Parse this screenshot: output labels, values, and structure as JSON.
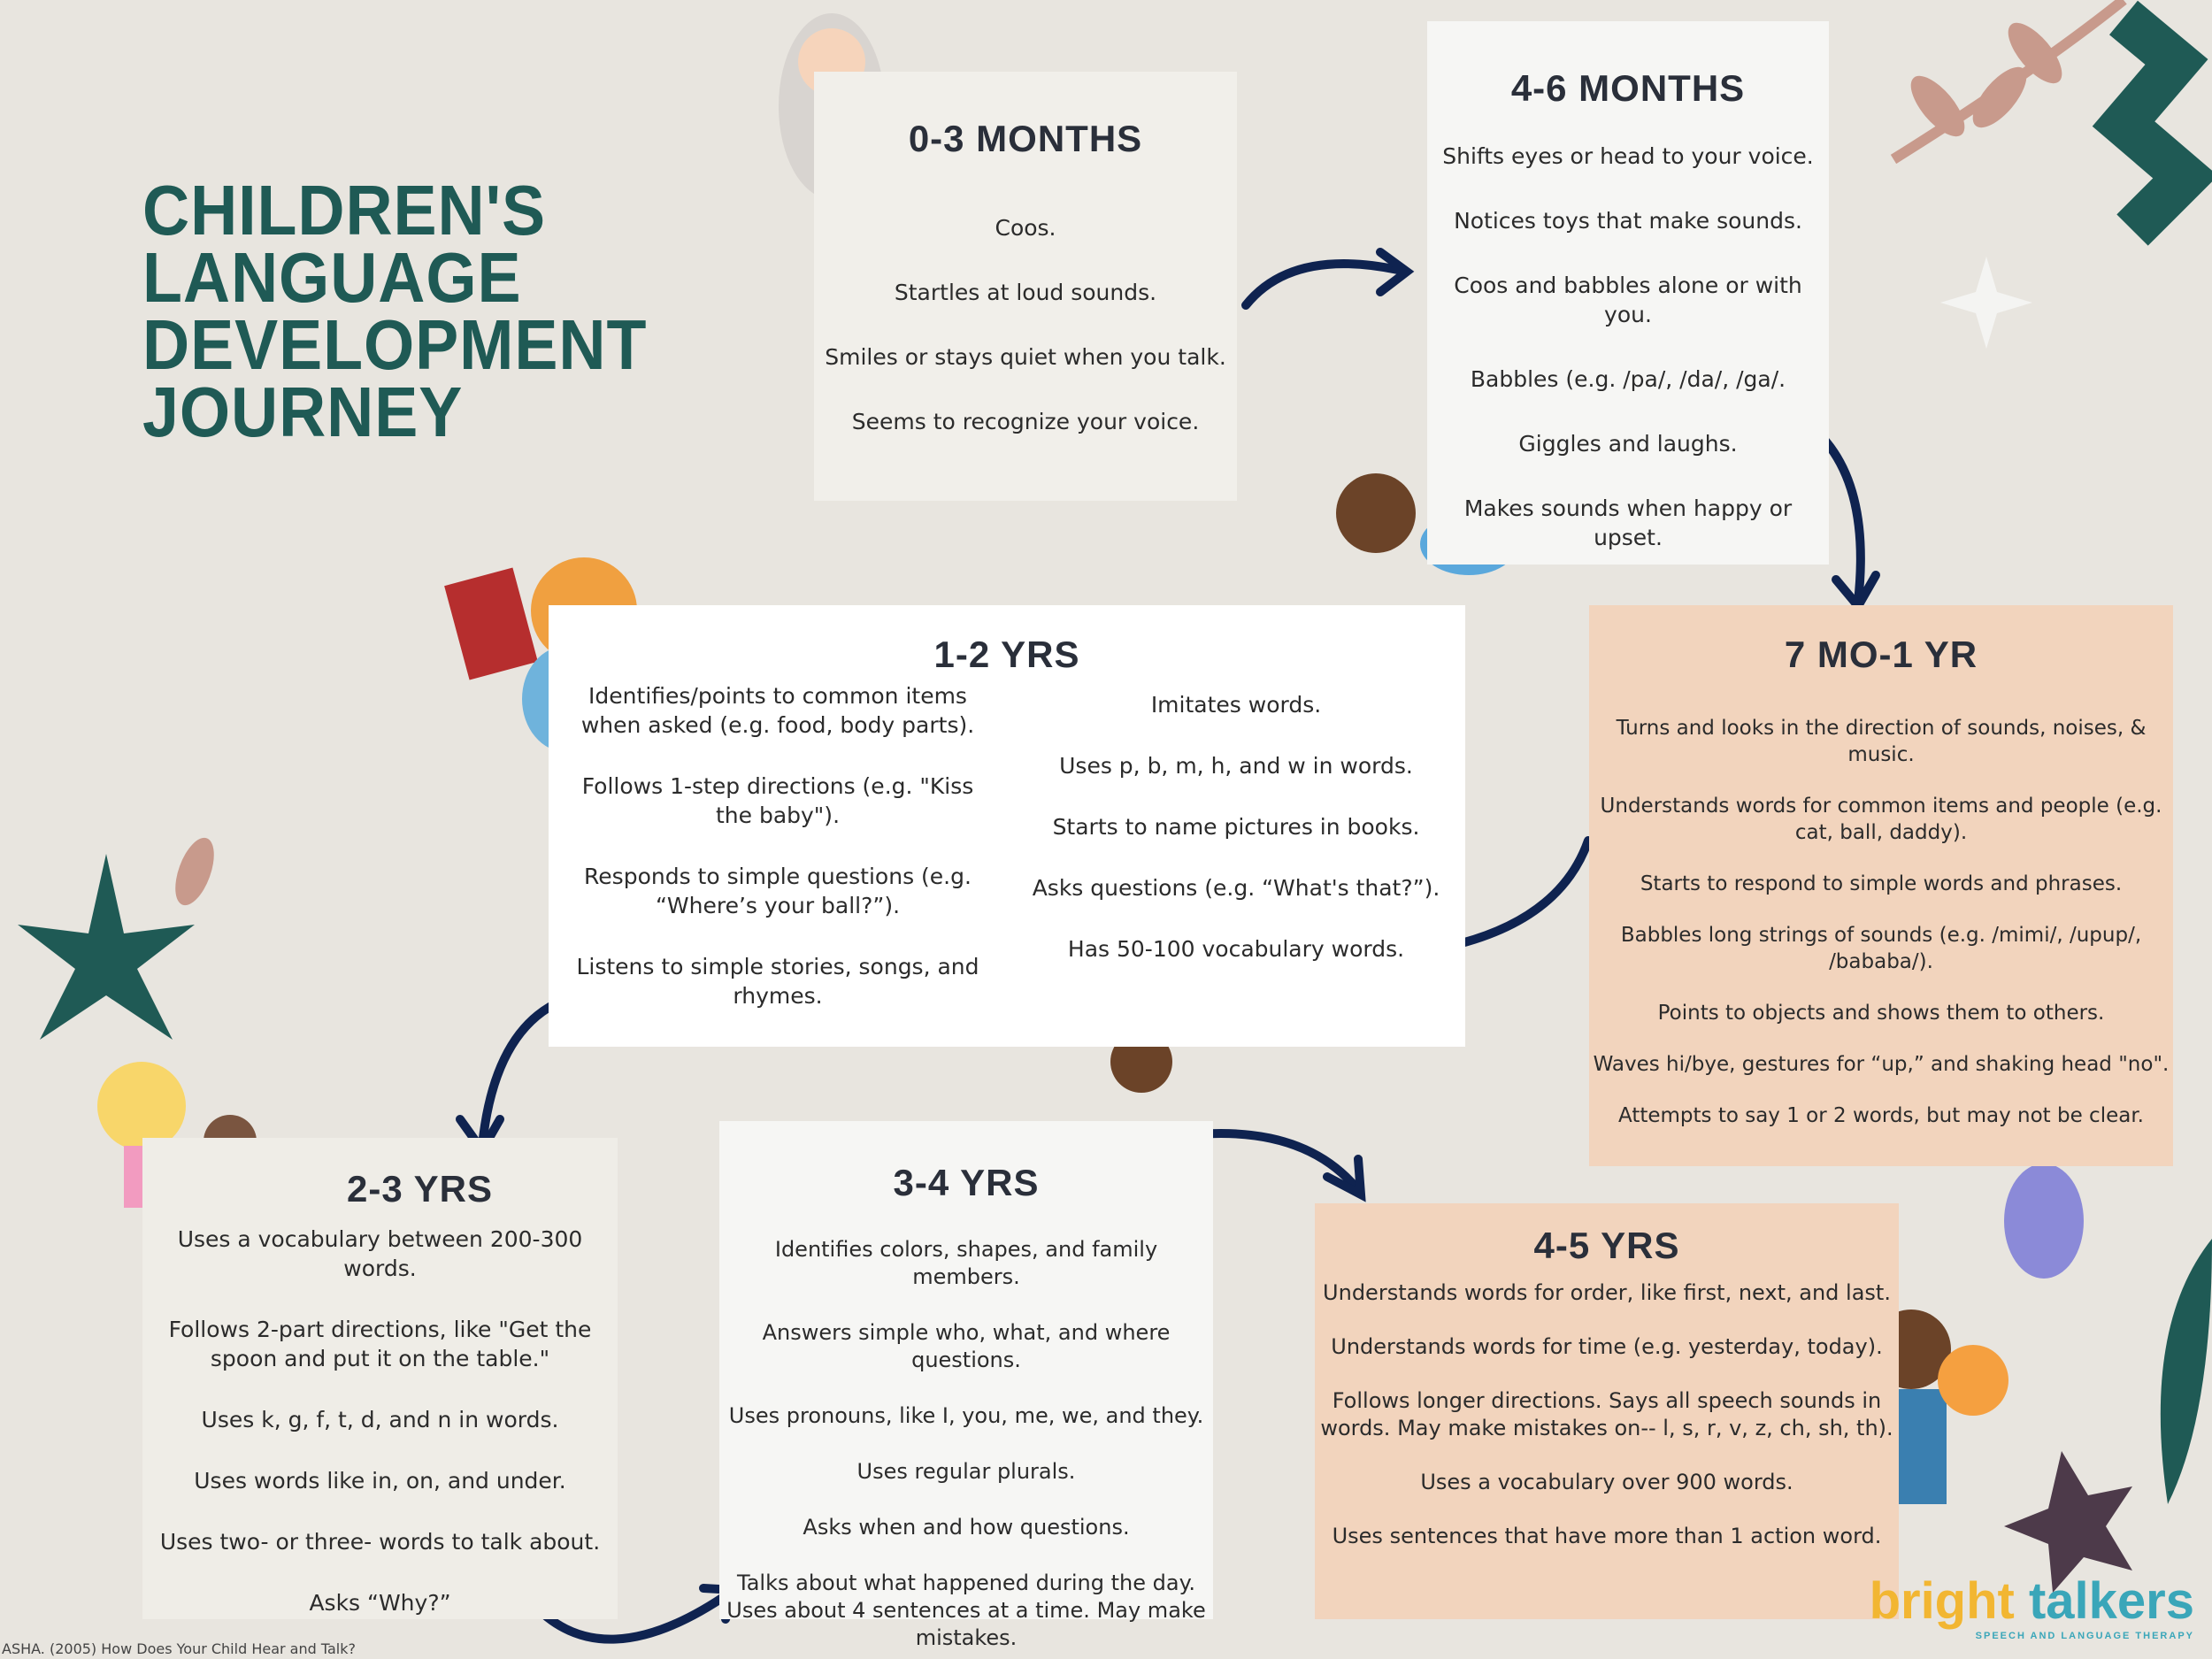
{
  "title": [
    "CHILDREN'S",
    "LANGUAGE",
    "DEVELOPMENT",
    "JOURNEY"
  ],
  "stages": {
    "m0_3": {
      "heading": "0-3 MONTHS",
      "items": [
        "Coos.",
        "Startles at loud sounds.",
        "Smiles or stays quiet when you talk.",
        "Seems to recognize your voice."
      ]
    },
    "m4_6": {
      "heading": "4-6 MONTHS",
      "items": [
        "Shifts eyes or head to your voice.",
        "Notices toys that make sounds.",
        "Coos and babbles alone or with you.",
        "Babbles (e.g. /pa/, /da/, /ga/.",
        "Giggles and laughs.",
        "Makes sounds when happy or upset."
      ]
    },
    "m7_1": {
      "heading": "7 MO-1 YR",
      "items": [
        "Turns and looks in the direction of sounds, noises, & music.",
        "Understands words for common items and people (e.g. cat, ball, daddy).",
        "Starts to respond to simple words and phrases.",
        "Babbles long strings of sounds (e.g. /mimi/, /upup/, /bababa/).",
        "Points to objects and shows them to others.",
        "Waves hi/bye, gestures for “up,” and shaking head \"no\".",
        "Attempts to say 1 or 2 words, but may not be clear."
      ]
    },
    "y1_2": {
      "heading": "1-2 YRS",
      "left": [
        "Identifies/points to common items when asked (e.g. food, body parts).",
        "Follows 1-step directions (e.g. \"Kiss the baby\").",
        "Responds to simple questions (e.g. “Where’s your ball?”).",
        "Listens to simple stories, songs, and rhymes."
      ],
      "right": [
        "Imitates words.",
        "Uses p, b, m, h, and w in words.",
        "Starts to name pictures in books.",
        "Asks questions (e.g. “What's that?”).",
        "Has 50-100 vocabulary words."
      ]
    },
    "y2_3": {
      "heading": "2-3 YRS",
      "items": [
        "Uses a vocabulary between 200-300 words.",
        "Follows 2-part directions, like \"Get the spoon and put it on the table.\"",
        "Uses k, g, f, t, d, and n in words.",
        "Uses words like in, on, and under.",
        "Uses two- or three- words to talk about.",
        "Asks “Why?”"
      ]
    },
    "y3_4": {
      "heading": "3-4 YRS",
      "items": [
        "Identifies colors, shapes, and family members.",
        "Answers simple who, what, and where questions.",
        "Uses pronouns, like I, you, me, we, and they.",
        "Uses regular plurals.",
        "Asks when and how questions.",
        "Talks about what happened during the day. Uses about 4 sentences at a time. May make mistakes."
      ]
    },
    "y4_5": {
      "heading": "4-5 YRS",
      "items": [
        "Understands words for order, like first, next, and last.",
        "Understands words for time (e.g. yesterday, today).",
        "Follows longer directions. Says all speech sounds in words. May make mistakes on--  l, s, r, v, z, ch, sh, th).",
        "Uses a vocabulary over 900 words.",
        "Uses sentences that have more than 1 action word."
      ]
    }
  },
  "footer": "ASHA. (2005) How Does Your Child Hear and Talk?",
  "logo": {
    "text": "bright talkers",
    "tagline": "SPEECH AND LANGUAGE THERAPY"
  },
  "colors": {
    "background": "#e8e5df",
    "title": "#1f5a55",
    "arrow": "#0f2350",
    "peach": "#f2d4bd"
  }
}
